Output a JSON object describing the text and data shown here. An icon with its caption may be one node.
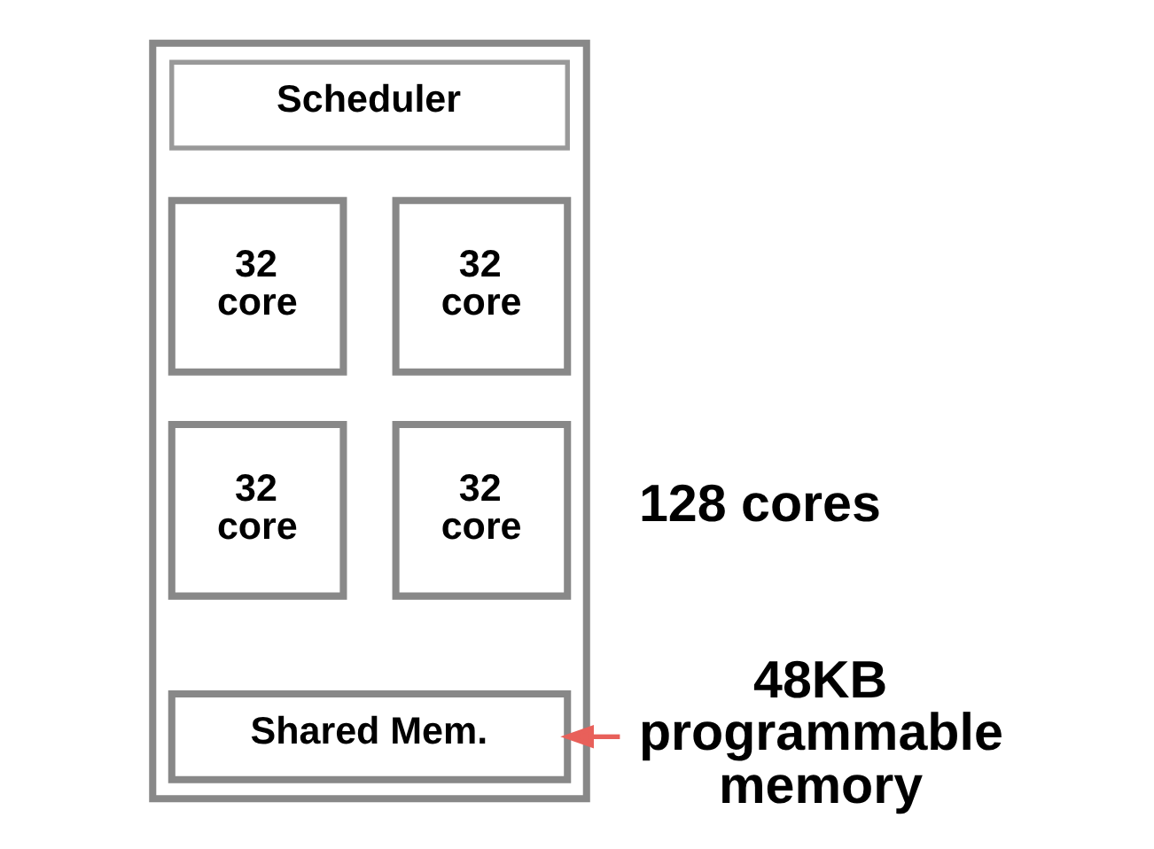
{
  "diagram": {
    "nodes": [
      {
        "text": [],
        "shape": "box"
      },
      {
        "text": [
          "Scheduler"
        ],
        "in": 0
      },
      {
        "text": [
          "32 core"
        ],
        "in": 0
      },
      {
        "text": [
          "32 core"
        ],
        "in": 0
      },
      {
        "text": [
          "32 core"
        ],
        "in": 0
      },
      {
        "text": [
          "32 core"
        ],
        "in": 0
      },
      {
        "text": [
          "Shared Mem."
        ],
        "in": 0
      },
      {
        "text": [
          "48KB programmable memory"
        ]
      }
    ],
    "edges": [
      {
        "from": 7,
        "to": 6,
        "arrow": "to",
        "color": "#e8605a"
      }
    ],
    "labels": [
      "128 cores"
    ]
  }
}
